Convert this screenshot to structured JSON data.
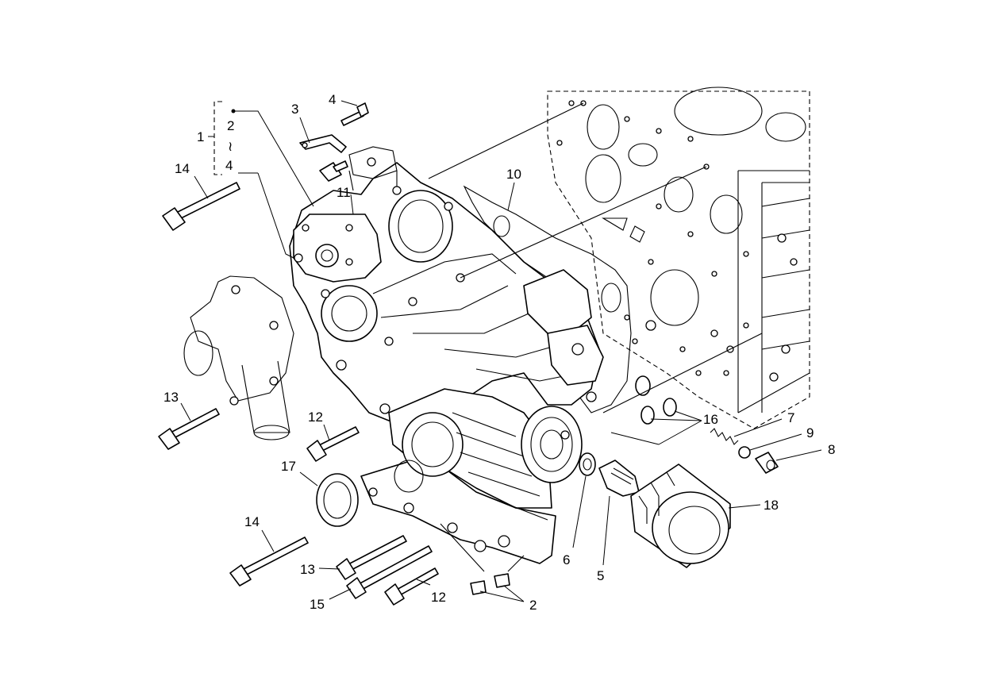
{
  "callouts": {
    "c1": "1",
    "c2_group": "2",
    "c2_range_symbol": "≀",
    "c4_group": "4",
    "c2": "2",
    "c3": "3",
    "c4": "4",
    "c5": "5",
    "c6": "6",
    "c7": "7",
    "c8": "8",
    "c9": "9",
    "c10": "10",
    "c11": "11",
    "c12a": "12",
    "c12b": "12",
    "c13a": "13",
    "c13b": "13",
    "c14a": "14",
    "c14b": "14",
    "c15": "15",
    "c16": "16",
    "c17": "17",
    "c18": "18"
  }
}
